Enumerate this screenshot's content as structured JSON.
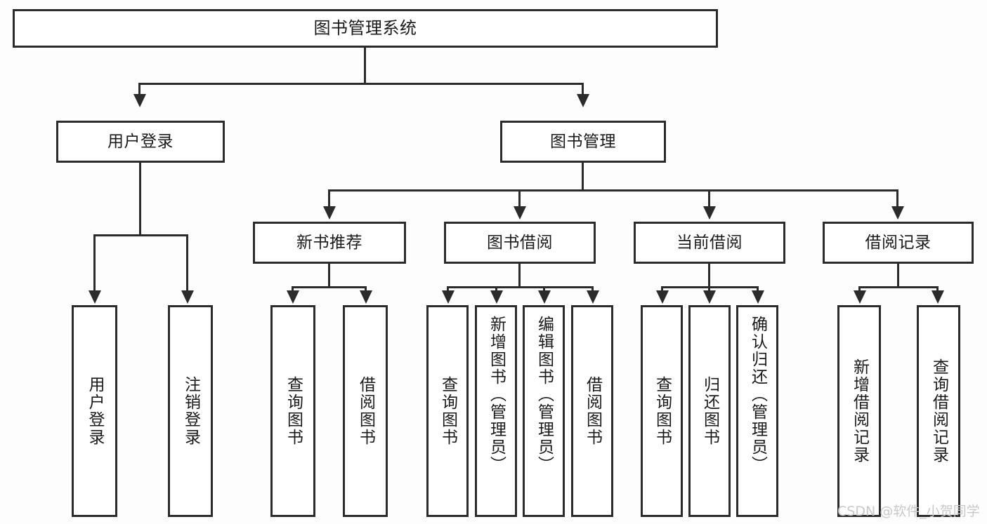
{
  "diagram": {
    "title": "图书管理系统",
    "root": {
      "label": "图书管理系统"
    },
    "level2": [
      {
        "label": "用户登录"
      },
      {
        "label": "图书管理"
      }
    ],
    "level3": [
      {
        "label": "新书推荐"
      },
      {
        "label": "图书借阅"
      },
      {
        "label": "当前借阅"
      },
      {
        "label": "借阅记录"
      }
    ],
    "leaves": {
      "user_login": [
        {
          "label": "用户登录"
        },
        {
          "label": "注销登录"
        }
      ],
      "new_book_recommend": [
        {
          "label": "查询图书"
        },
        {
          "label": "借阅图书"
        }
      ],
      "book_borrow": [
        {
          "label": "查询图书"
        },
        {
          "label": "新增图书（管理员）"
        },
        {
          "label": "编辑图书（管理员）"
        },
        {
          "label": "借阅图书"
        }
      ],
      "current_borrow": [
        {
          "label": "查询图书"
        },
        {
          "label": "归还图书"
        },
        {
          "label": "确认归还（管理员）"
        }
      ],
      "borrow_record": [
        {
          "label": "新增借阅记录"
        },
        {
          "label": "查询借阅记录"
        }
      ]
    }
  },
  "watermark": {
    "text": "CSDN @软件_小贺同学"
  },
  "colors": {
    "line": "#2b2b2b",
    "box_fill": "#ffffff",
    "background": "#fdfdfd",
    "text": "#1a1a1a",
    "watermark": "#c9c9c9"
  }
}
